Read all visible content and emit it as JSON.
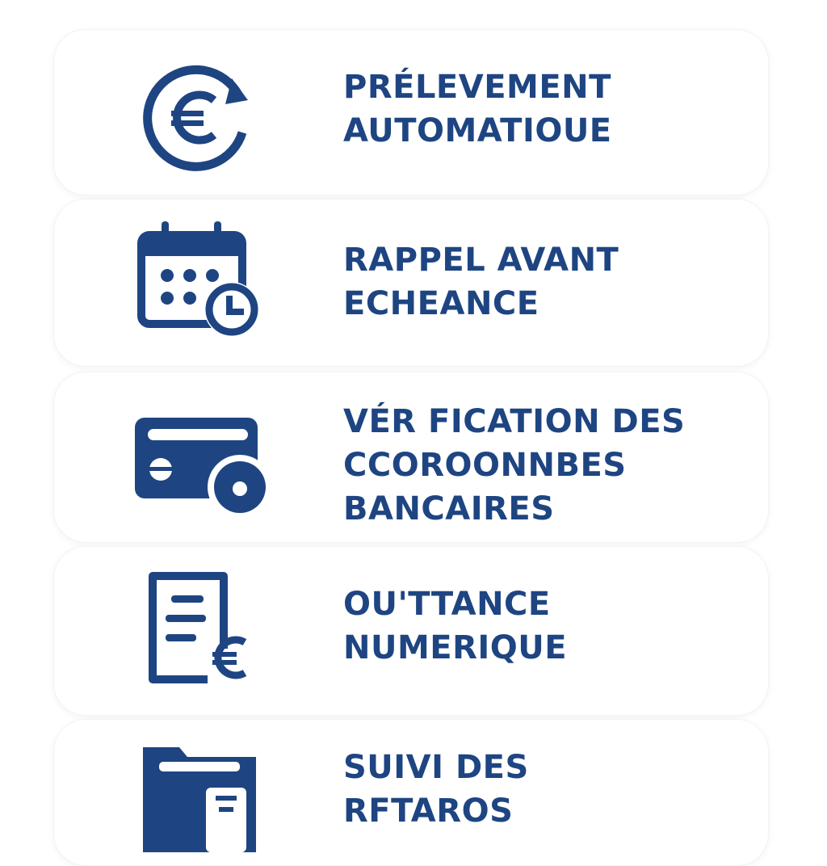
{
  "accent_color": "#1e4582",
  "items": [
    {
      "icon": "euro-refresh-icon",
      "lines": [
        "PRÉLEVEMENT",
        "AUTOMATIOUE"
      ]
    },
    {
      "icon": "calendar-clock-icon",
      "lines": [
        "RAPPEL AVANT",
        "ECHEANCE"
      ]
    },
    {
      "icon": "credit-card-icon",
      "lines": [
        "VÉR FICATION DES",
        "CCOROONNBES",
        "BANCAIRES"
      ]
    },
    {
      "icon": "euro-document-icon",
      "lines": [
        "OU'TTANCE",
        "NUMERIQUE"
      ]
    },
    {
      "icon": "folder-icon",
      "lines": [
        "SUIVI DES",
        "RFTAROS"
      ]
    }
  ]
}
